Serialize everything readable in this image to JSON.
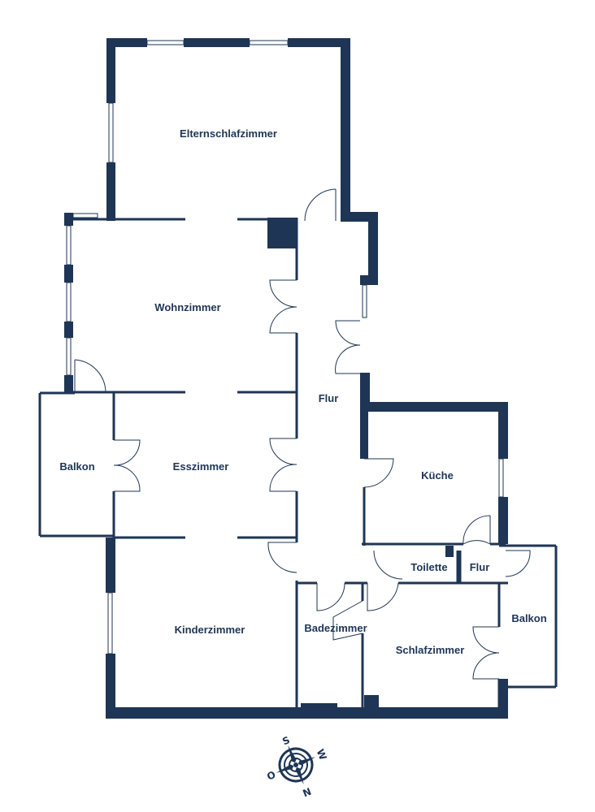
{
  "rooms": {
    "elternschlafzimmer": "Elternschlafzimmer",
    "wohnzimmer": "Wohnzimmer",
    "flur_main": "Flur",
    "balkon_left": "Balkon",
    "esszimmer": "Esszimmer",
    "kueche": "Küche",
    "toilette": "Toilette",
    "flur_small": "Flur",
    "kinderzimmer": "Kinderzimmer",
    "badezimmer": "Badezimmer",
    "balkon_right": "Balkon",
    "schlafzimmer": "Schlafzimmer"
  },
  "compass": {
    "north": "N",
    "south": "S",
    "east": "O",
    "west": "W"
  },
  "colors": {
    "wall": "#1e3555",
    "background": "#ffffff"
  }
}
